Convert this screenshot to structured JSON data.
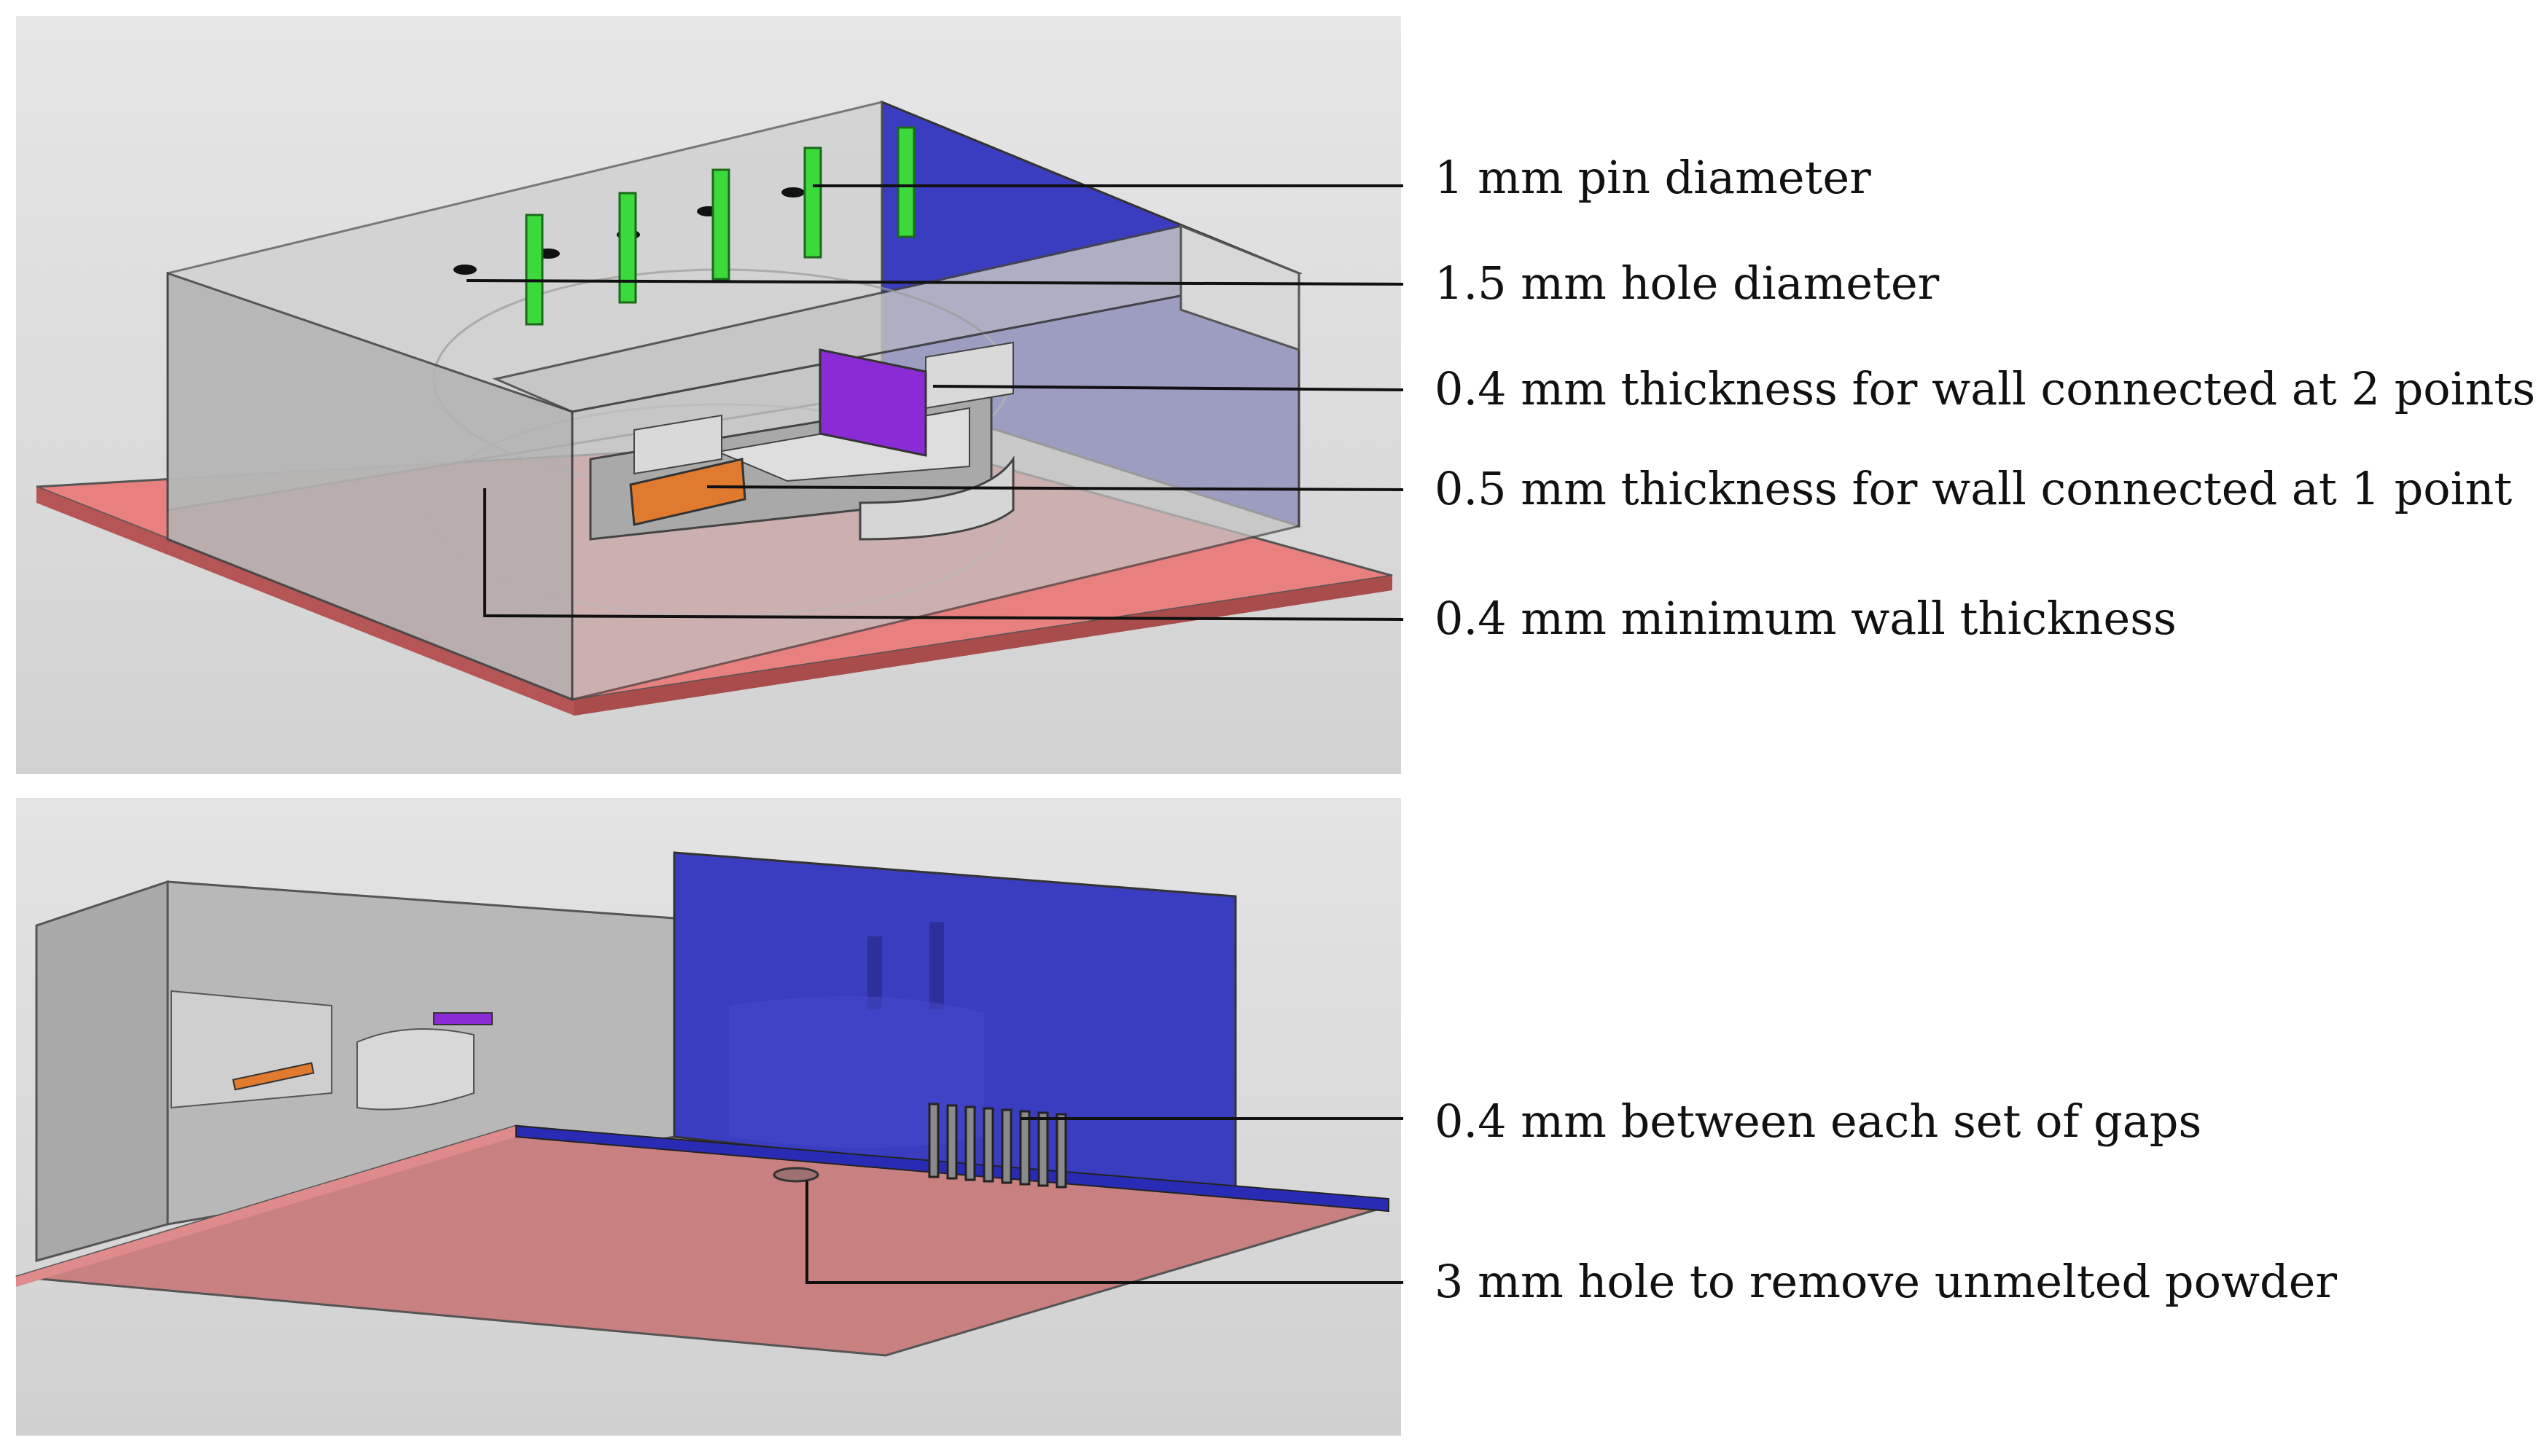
{
  "callouts": {
    "pin_diameter": "1 mm pin diameter",
    "hole_diameter": "1.5 mm hole diameter",
    "wall_two_points": "0.4 mm thickness for wall connected at 2 points",
    "wall_one_point": "0.5 mm thickness for wall connected at 1 point",
    "min_wall": "0.4 mm minimum wall thickness",
    "gap_spacing": "0.4 mm between each set of gaps",
    "powder_hole": "3 mm hole to remove unmelted powder"
  },
  "colors": {
    "panel_bg": "#dcdcdc",
    "wall_gray": "#b8b8b8",
    "wall_light": "#c9c9c9",
    "base_plate": "#e88080",
    "base_plate_dark": "#c98080",
    "blue_wall": "#3b3dc0",
    "pin_green": "#3cd93c",
    "purple_wall": "#8a2bd6",
    "orange_wall": "#e07a2e",
    "leader_line": "#111111"
  },
  "icons": {
    "top_view": "cad-isometric-top-view",
    "bottom_view": "cad-isometric-bottom-view"
  }
}
